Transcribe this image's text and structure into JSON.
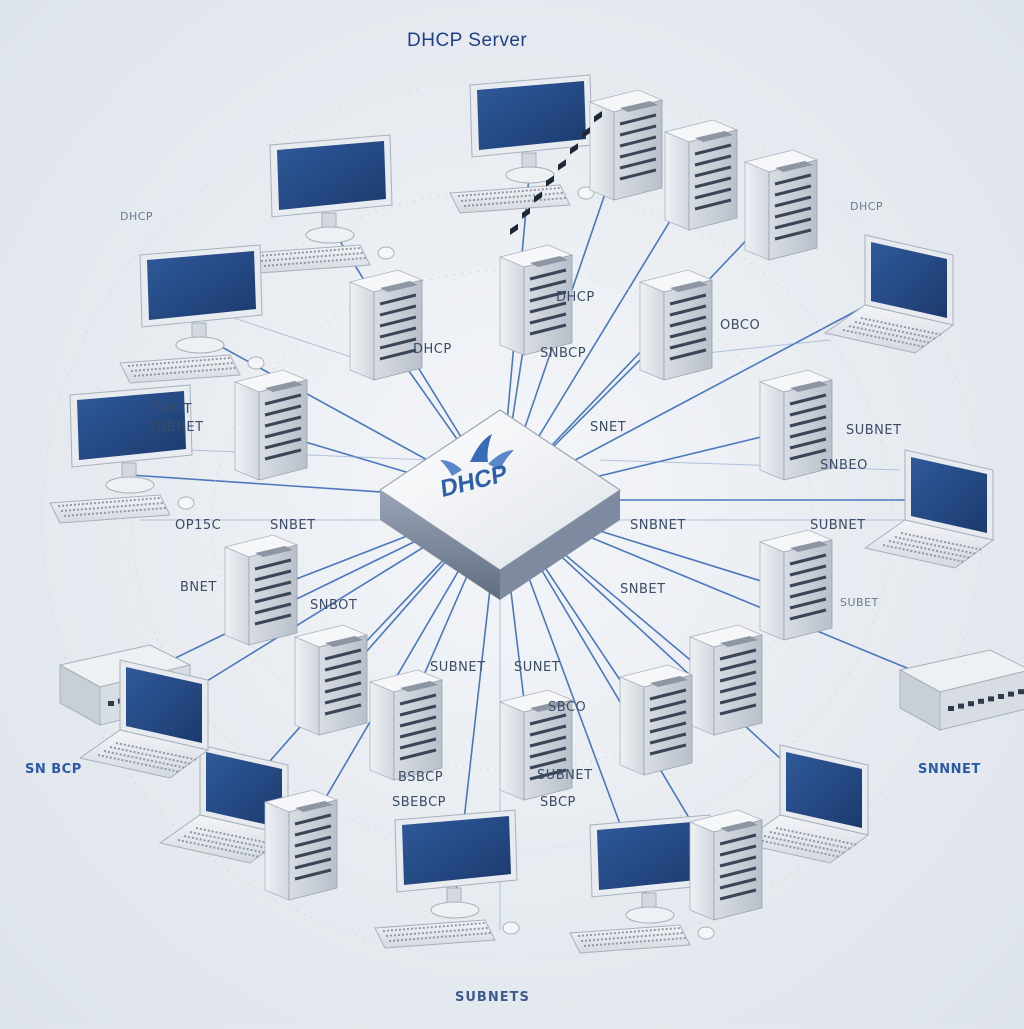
{
  "diagram": {
    "title": "DHCP Server",
    "hub_label": "DHCP",
    "footer": "SUBNETS",
    "accent_color": "#2b5aa6",
    "labels": [
      "DHCP",
      "SNBCP",
      "SUBNET",
      "SBOT",
      "OP15C",
      "SNBET",
      "BNET",
      "SN BCP",
      "SNNNET",
      "BSBCP",
      "SBEBCP",
      "SUBNET",
      "SBCP",
      "SNBNET",
      "SUBNET",
      "SNBEO",
      "SNBOT",
      "SUNET",
      "SUBNET",
      "DHCP",
      "SNET",
      "OBCO",
      "SBCO",
      "SNBET",
      "SUBNET",
      "SUBET",
      "DHCP",
      "DHCP"
    ]
  }
}
